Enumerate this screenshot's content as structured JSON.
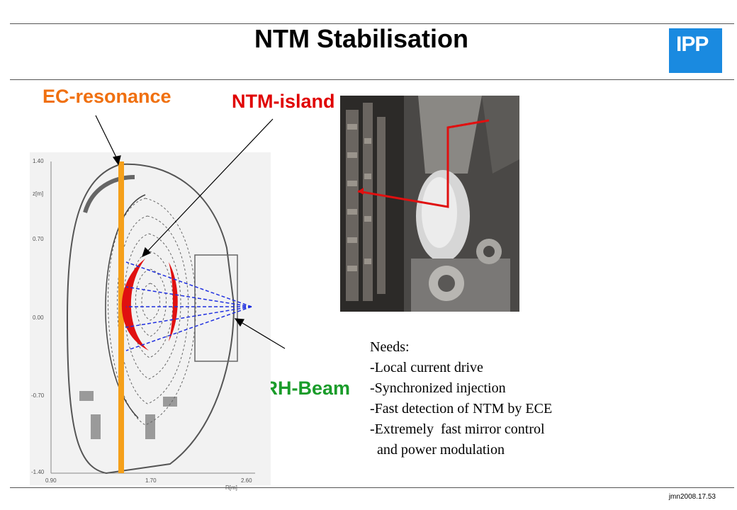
{
  "title": "NTM  Stabilisation",
  "logo": {
    "text": "IPP",
    "color": "#1a8ae0"
  },
  "labels": {
    "ec_resonance": "EC-resonance",
    "ntm_island": "NTM-island",
    "ecrh_beam": "ECRH-Beam"
  },
  "plot": {
    "y_ticks": [
      "1.40",
      "0.70",
      "0.00",
      "-0.70",
      "-1.40"
    ],
    "y_unit": "z[m]",
    "x_ticks": [
      "0.90",
      "1.70",
      "2.60"
    ],
    "x_unit": "R[m]"
  },
  "needs": {
    "heading": "Needs:",
    "items": [
      "-Local current drive",
      "-Synchronized injection",
      "-Fast detection of NTM by ECE",
      "-Extremely  fast mirror control",
      "  and power modulation"
    ]
  },
  "footer": "jmn2008.17.53",
  "colors": {
    "ec_resonance": "#f07010",
    "ntm_island": "#e00000",
    "ecrh_beam": "#1a9c2a",
    "beam_lines": "#2030e0",
    "resonance_bar": "#f5a01a"
  }
}
